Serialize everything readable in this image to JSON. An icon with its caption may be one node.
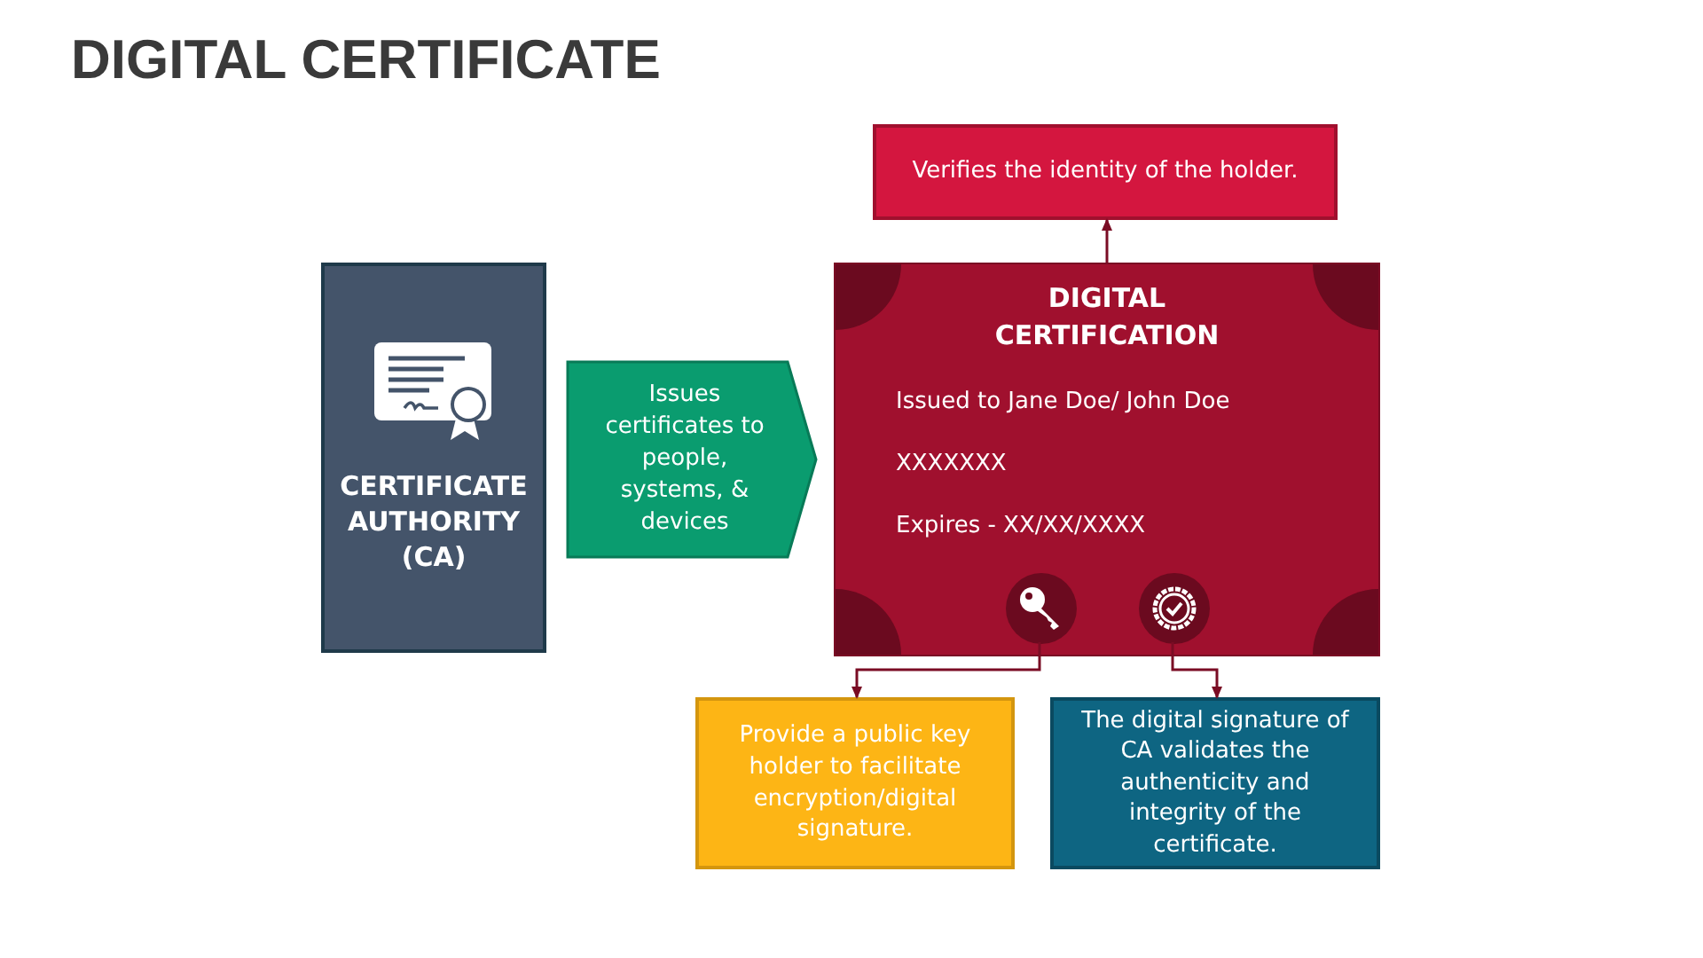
{
  "diagram": {
    "title": "DIGITAL CERTIFICATE",
    "nodes": [
      {
        "text": [
          "CERTIFICATE AUTHORITY (CA)"
        ]
      },
      {
        "text": [
          "Issues certificates to people, systems, & devices"
        ]
      },
      {
        "text": [
          "Verifies the identity of the holder."
        ]
      },
      {
        "text": [
          "DIGITAL CERTIFICATION",
          "Issued to Jane Doe/ John Doe",
          "XXXXXXX",
          "Expires - XX/XX/XXXX"
        ]
      },
      {
        "text": [],
        "shape": "circle",
        "in": 3
      },
      {
        "text": [],
        "shape": "circle",
        "in": 3
      },
      {
        "text": [
          "Provide a public key holder to facilitate encryption/digital signature."
        ]
      },
      {
        "text": [
          "The digital signature of CA validates the authenticity and integrity of the certificate."
        ]
      }
    ],
    "edges": [
      {
        "from": 3,
        "to": 2,
        "arrow": "to"
      },
      {
        "from": 4,
        "to": 6,
        "arrow": "to"
      },
      {
        "from": 5,
        "to": 7,
        "arrow": "to"
      }
    ]
  }
}
